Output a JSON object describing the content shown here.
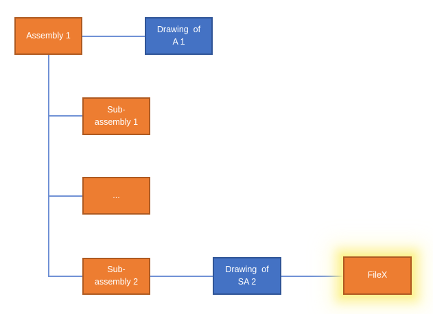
{
  "nodes": [
    {
      "id": "assembly-1",
      "label": "Assembly 1",
      "kind": "assembly",
      "highlighted": false
    },
    {
      "id": "drawing-of-a1",
      "label": "Drawing  of\nA 1",
      "kind": "drawing",
      "highlighted": false
    },
    {
      "id": "sub-assembly-1",
      "label": "Sub-\nassembly 1",
      "kind": "assembly",
      "highlighted": false
    },
    {
      "id": "ellipsis",
      "label": "...",
      "kind": "assembly",
      "highlighted": false
    },
    {
      "id": "sub-assembly-2",
      "label": "Sub-\nassembly 2",
      "kind": "assembly",
      "highlighted": false
    },
    {
      "id": "drawing-of-sa2",
      "label": "Drawing  of\nSA 2",
      "kind": "drawing",
      "highlighted": false
    },
    {
      "id": "filex",
      "label": "FileX",
      "kind": "assembly",
      "highlighted": true
    }
  ],
  "edges": [
    {
      "from": "assembly-1",
      "to": "drawing-of-a1"
    },
    {
      "from": "assembly-1",
      "to": "sub-assembly-1"
    },
    {
      "from": "assembly-1",
      "to": "ellipsis"
    },
    {
      "from": "assembly-1",
      "to": "sub-assembly-2"
    },
    {
      "from": "sub-assembly-2",
      "to": "drawing-of-sa2"
    },
    {
      "from": "drawing-of-sa2",
      "to": "filex"
    }
  ],
  "colors": {
    "assembly_fill": "#ED7D31",
    "assembly_border": "#AE5A21",
    "drawing_fill": "#4472C4",
    "drawing_border": "#2F5496",
    "connector": "#7091D5",
    "highlight_glow": "#FBF082",
    "label_text": "#FFFFFF",
    "background": "#FFFFFF"
  }
}
